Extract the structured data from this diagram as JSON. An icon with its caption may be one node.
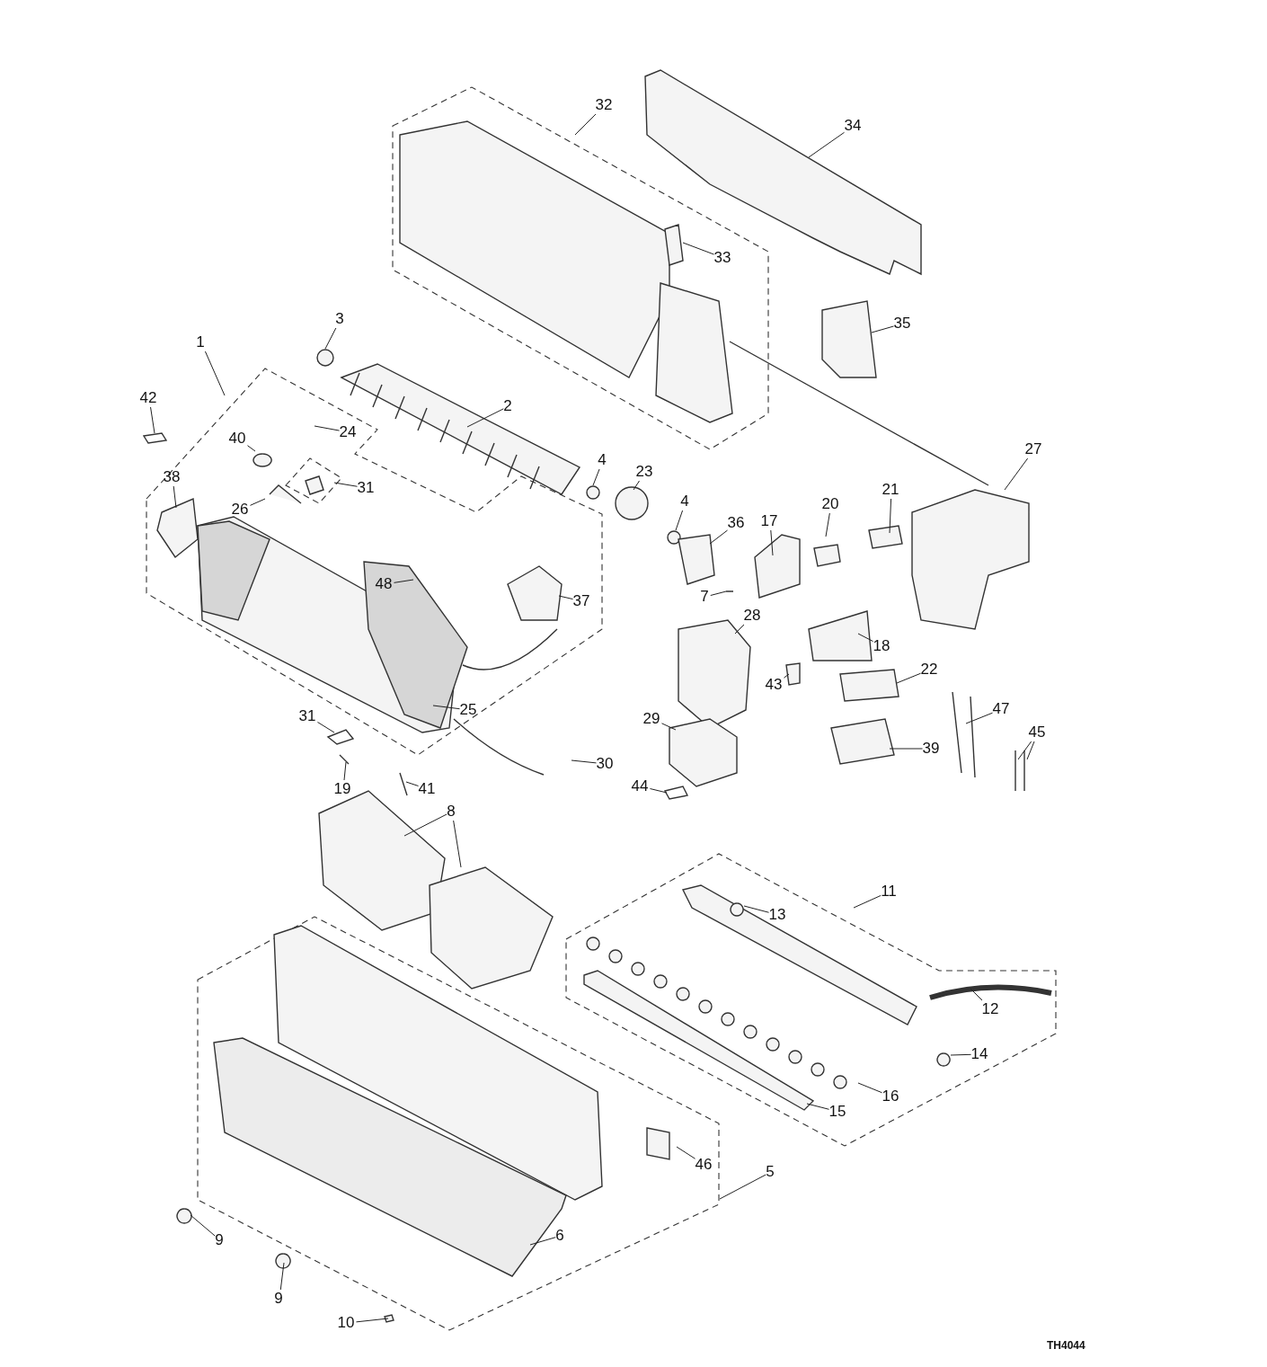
{
  "diagram": {
    "nodes": [
      {
        "text": [
          "32"
        ]
      },
      {
        "text": [
          "34"
        ]
      },
      {
        "text": [
          "33"
        ]
      },
      {
        "text": [
          "35"
        ]
      },
      {
        "text": [
          "3"
        ]
      },
      {
        "text": [
          "1"
        ]
      },
      {
        "text": [
          "42"
        ]
      },
      {
        "text": [
          "2"
        ]
      },
      {
        "text": [
          "24"
        ]
      },
      {
        "text": [
          "40"
        ]
      },
      {
        "text": [
          "27"
        ]
      },
      {
        "text": [
          "4"
        ]
      },
      {
        "text": [
          "31"
        ]
      },
      {
        "text": [
          "23"
        ]
      },
      {
        "text": [
          "38"
        ]
      },
      {
        "text": [
          "21"
        ]
      },
      {
        "text": [
          "20"
        ]
      },
      {
        "text": [
          "26"
        ]
      },
      {
        "text": [
          "4"
        ]
      },
      {
        "text": [
          "36"
        ]
      },
      {
        "text": [
          "17"
        ]
      },
      {
        "text": [
          "48"
        ]
      },
      {
        "text": [
          "7"
        ]
      },
      {
        "text": [
          "37"
        ]
      },
      {
        "text": [
          "28"
        ]
      },
      {
        "text": [
          "18"
        ]
      },
      {
        "text": [
          "43"
        ]
      },
      {
        "text": [
          "22"
        ]
      },
      {
        "text": [
          "47"
        ]
      },
      {
        "text": [
          "25"
        ]
      },
      {
        "text": [
          "31"
        ]
      },
      {
        "text": [
          "29"
        ]
      },
      {
        "text": [
          "39"
        ]
      },
      {
        "text": [
          "45"
        ]
      },
      {
        "text": [
          "30"
        ]
      },
      {
        "text": [
          "44"
        ]
      },
      {
        "text": [
          "19"
        ]
      },
      {
        "text": [
          "41"
        ]
      },
      {
        "text": [
          "8"
        ]
      },
      {
        "text": [
          "11"
        ]
      },
      {
        "text": [
          "13"
        ]
      },
      {
        "text": [
          "12"
        ]
      },
      {
        "text": [
          "14"
        ]
      },
      {
        "text": [
          "16"
        ]
      },
      {
        "text": [
          "15"
        ]
      },
      {
        "text": [
          "46"
        ]
      },
      {
        "text": [
          "5"
        ]
      },
      {
        "text": [
          "6"
        ]
      },
      {
        "text": [
          "9"
        ]
      },
      {
        "text": [
          "9"
        ]
      },
      {
        "text": [
          "10"
        ]
      }
    ],
    "edges": [
      {
        "from": 0,
        "to": null,
        "arrow": "none"
      },
      {
        "from": 1,
        "to": null,
        "arrow": "none"
      },
      {
        "from": 2,
        "to": null,
        "arrow": "none"
      },
      {
        "from": 3,
        "to": null,
        "arrow": "none"
      },
      {
        "from": 4,
        "to": null,
        "arrow": "none"
      },
      {
        "from": 5,
        "to": null,
        "arrow": "none"
      },
      {
        "from": 6,
        "to": null,
        "arrow": "none"
      },
      {
        "from": 7,
        "to": null,
        "arrow": "none"
      },
      {
        "from": 8,
        "to": null,
        "arrow": "none"
      },
      {
        "from": 9,
        "to": null,
        "arrow": "none"
      },
      {
        "from": 10,
        "to": null,
        "arrow": "none"
      },
      {
        "from": 11,
        "to": null,
        "arrow": "none"
      },
      {
        "from": 12,
        "to": null,
        "arrow": "none"
      },
      {
        "from": 13,
        "to": null,
        "arrow": "none"
      },
      {
        "from": 14,
        "to": null,
        "arrow": "none"
      },
      {
        "from": 15,
        "to": null,
        "arrow": "none"
      },
      {
        "from": 16,
        "to": null,
        "arrow": "none"
      },
      {
        "from": 17,
        "to": null,
        "arrow": "none"
      },
      {
        "from": 18,
        "to": null,
        "arrow": "none"
      },
      {
        "from": 19,
        "to": null,
        "arrow": "none"
      },
      {
        "from": 20,
        "to": null,
        "arrow": "none"
      },
      {
        "from": 21,
        "to": null,
        "arrow": "none"
      },
      {
        "from": 22,
        "to": null,
        "arrow": "none"
      },
      {
        "from": 23,
        "to": null,
        "arrow": "none"
      },
      {
        "from": 24,
        "to": null,
        "arrow": "none"
      },
      {
        "from": 25,
        "to": null,
        "arrow": "none"
      },
      {
        "from": 26,
        "to": null,
        "arrow": "none"
      },
      {
        "from": 27,
        "to": null,
        "arrow": "none"
      },
      {
        "from": 28,
        "to": null,
        "arrow": "none"
      },
      {
        "from": 29,
        "to": null,
        "arrow": "none"
      },
      {
        "from": 30,
        "to": null,
        "arrow": "none"
      },
      {
        "from": 31,
        "to": null,
        "arrow": "none"
      },
      {
        "from": 32,
        "to": null,
        "arrow": "none"
      },
      {
        "from": 33,
        "to": null,
        "arrow": "none"
      },
      {
        "from": 33,
        "to": null,
        "arrow": "none"
      },
      {
        "from": 34,
        "to": null,
        "arrow": "none"
      },
      {
        "from": 35,
        "to": null,
        "arrow": "none"
      },
      {
        "from": 36,
        "to": null,
        "arrow": "none"
      },
      {
        "from": 37,
        "to": null,
        "arrow": "none"
      },
      {
        "from": 38,
        "to": null,
        "arrow": "none"
      },
      {
        "from": 38,
        "to": null,
        "arrow": "none"
      },
      {
        "from": 39,
        "to": null,
        "arrow": "none"
      },
      {
        "from": 40,
        "to": null,
        "arrow": "none"
      },
      {
        "from": 41,
        "to": null,
        "arrow": "none"
      },
      {
        "from": 42,
        "to": null,
        "arrow": "none"
      },
      {
        "from": 43,
        "to": null,
        "arrow": "none"
      },
      {
        "from": 44,
        "to": null,
        "arrow": "none"
      },
      {
        "from": 45,
        "to": null,
        "arrow": "none"
      },
      {
        "from": 46,
        "to": null,
        "arrow": "none"
      },
      {
        "from": 47,
        "to": null,
        "arrow": "none"
      },
      {
        "from": 48,
        "to": null,
        "arrow": "none"
      },
      {
        "from": 49,
        "to": null,
        "arrow": "none"
      },
      {
        "from": 50,
        "to": null,
        "arrow": "none"
      }
    ],
    "labels": [
      "TH4044"
    ]
  }
}
